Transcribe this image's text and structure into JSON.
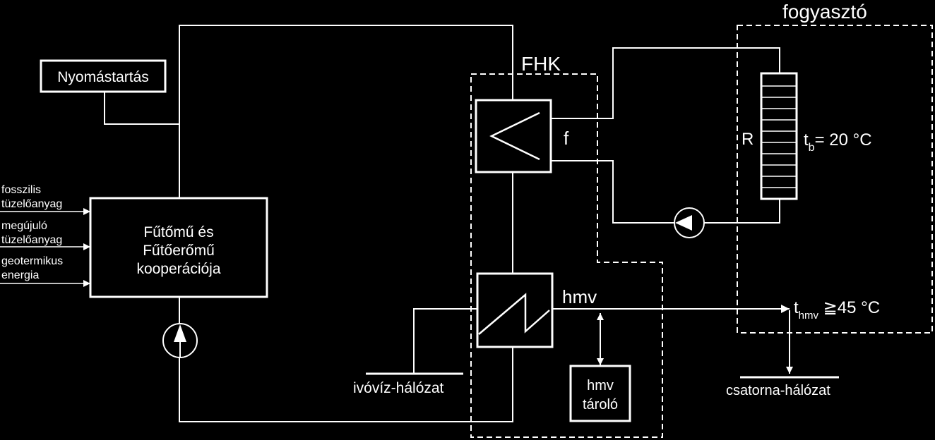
{
  "colors": {
    "background": "#000000",
    "line": "#ffffff"
  },
  "labels": {
    "fogyaszto": "fogyasztó",
    "fhk": "FHK",
    "nyomastartas": "Nyomástartás",
    "inputs": {
      "fossil_line1": "fosszilis",
      "fossil_line2": "tüzelőanyag",
      "renew_line1": "megújuló",
      "renew_line2": "tüzelőanyag",
      "geo_line1": "geotermikus",
      "geo_line2": "energia"
    },
    "plant": {
      "line1": "Fűtőmű és",
      "line2": "Fűtőerőmű",
      "line3": "kooperációja"
    },
    "f": "f",
    "r": "R",
    "tb_t": "t",
    "tb_sub": "b",
    "tb_val": "= 20 °C",
    "hmv": "hmv",
    "thmv_t": "t",
    "thmv_sub": "hmv",
    "thmv_val": " ≧45 °C",
    "ivoviz": "ivóvíz-hálózat",
    "storage_line1": "hmv",
    "storage_line2": "tároló",
    "csatorna": "csatorna-hálózat"
  },
  "icons": [
    "pump-icon",
    "heat-exchanger-icon",
    "radiator-icon",
    "arrow-icon"
  ]
}
